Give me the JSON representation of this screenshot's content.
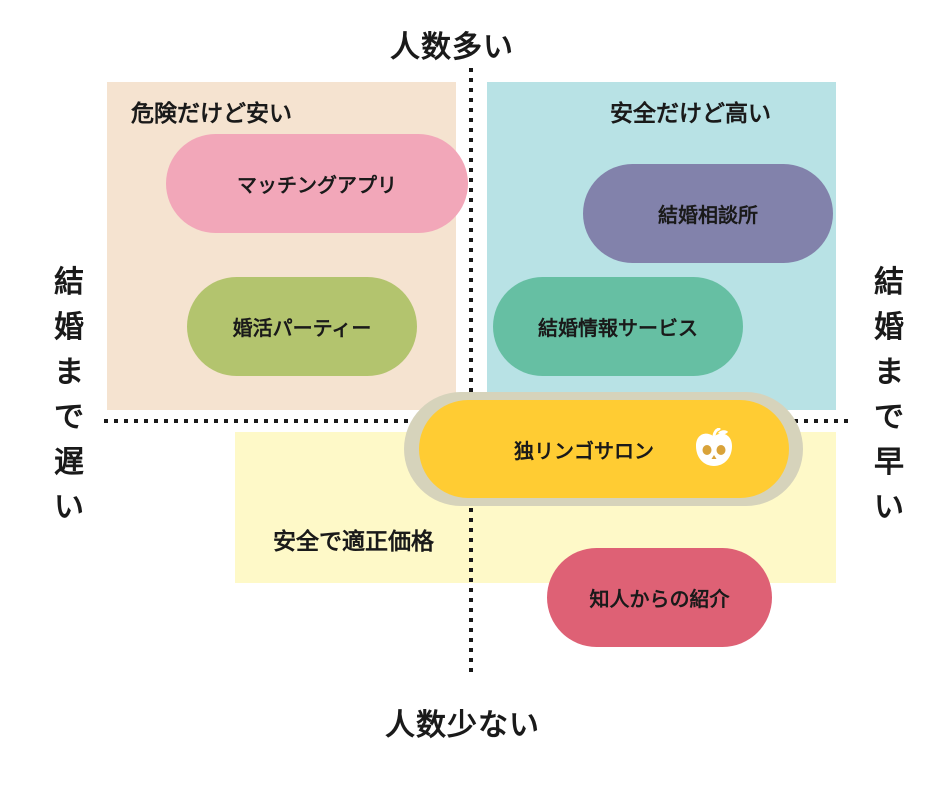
{
  "axes": {
    "top": "人数多い",
    "bottom": "人数少ない",
    "left": [
      "結",
      "婚",
      "ま",
      "で",
      "遅",
      "い"
    ],
    "right": [
      "結",
      "婚",
      "ま",
      "で",
      "早",
      "い"
    ]
  },
  "quadrants": {
    "top_left": "危険だけど安い",
    "top_right": "安全だけど高い",
    "bottom": "安全で適正価格"
  },
  "services": {
    "matching_app": "マッチングアプリ",
    "konkatsu_party": "婚活パーティー",
    "marriage_agency": "結婚相談所",
    "marriage_info": "結婚情報サービス",
    "dokuringo": "独リンゴサロン",
    "introduction": "知人からの紹介"
  },
  "colors": {
    "matching_app": "#f2a7b9",
    "konkatsu_party": "#b3c46e",
    "marriage_agency": "#8282ab",
    "marriage_info": "#66bfa3",
    "dokuringo": "#ffcc33",
    "introduction": "#de6175"
  },
  "icons": {
    "apple": "skull-apple-icon"
  }
}
